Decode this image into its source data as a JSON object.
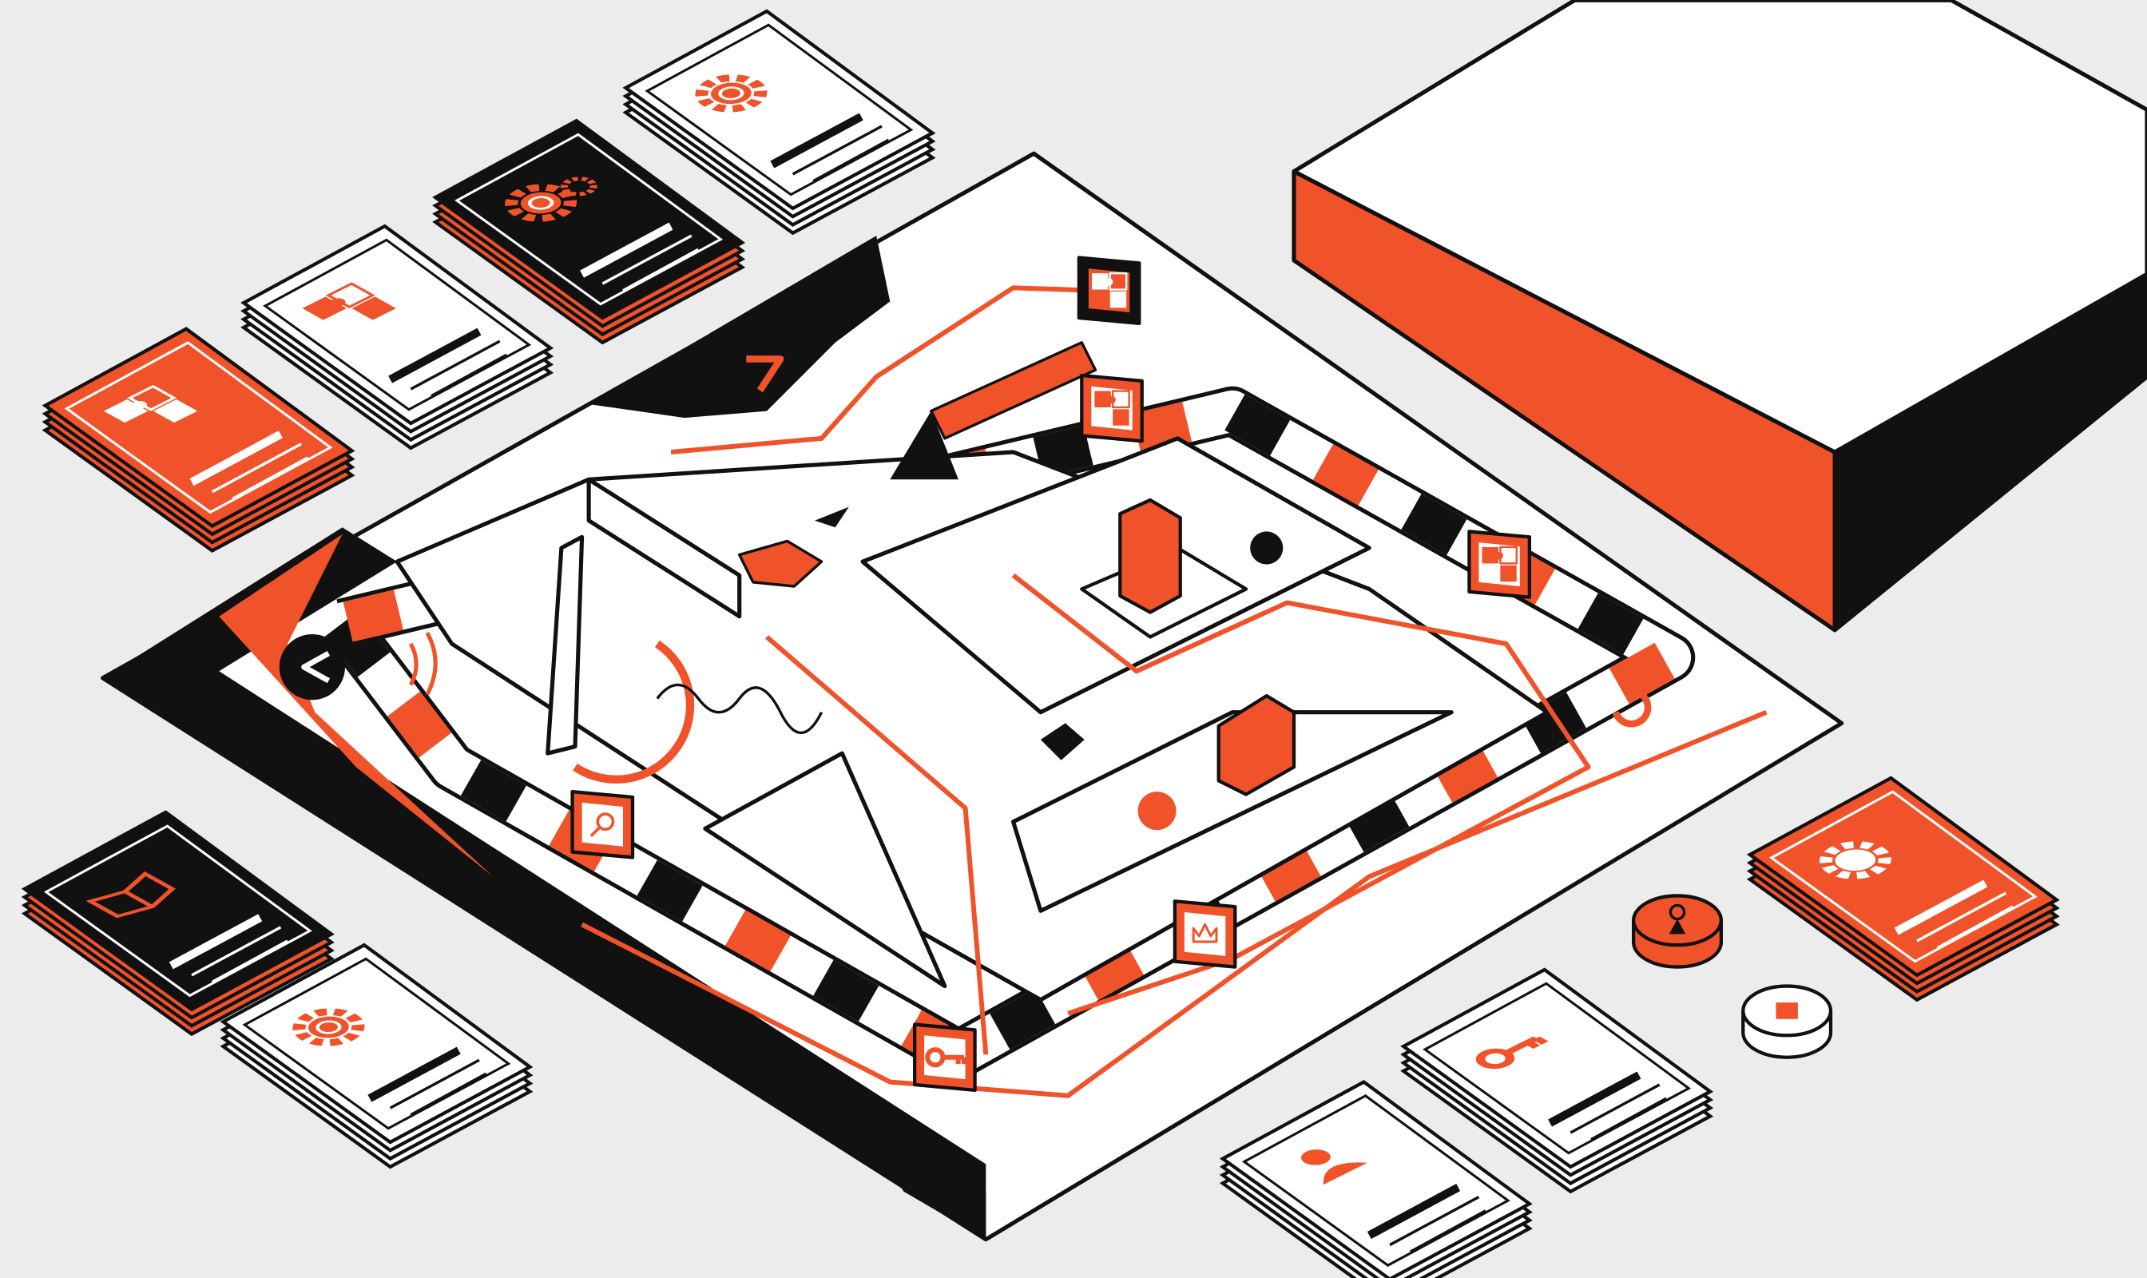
{
  "palette": {
    "background": "#ececec",
    "orange": "#f0532a",
    "black": "#111111",
    "white": "#ffffff"
  },
  "board": {
    "tile_icons": [
      "puzzle-icon",
      "puzzle-icon",
      "puzzle-icon",
      "magnifier-icon",
      "crown-icon",
      "key-icon"
    ],
    "markers": [
      "chevron-left-icon",
      "seven-glyph-icon",
      "c-glyph-icon"
    ]
  },
  "cards": [
    {
      "icon": "gear-icon",
      "style": "white"
    },
    {
      "icon": "gears-icon",
      "style": "black"
    },
    {
      "icon": "puzzle-icon",
      "style": "white"
    },
    {
      "icon": "puzzle-icon",
      "style": "orange"
    },
    {
      "icon": "book-icon",
      "style": "black"
    },
    {
      "icon": "gear-icon",
      "style": "white"
    },
    {
      "icon": "person-icon",
      "style": "white"
    },
    {
      "icon": "key-icon",
      "style": "white"
    },
    {
      "icon": "badge-icon",
      "style": "orange"
    }
  ],
  "tokens": [
    {
      "icon": "pawn-icon",
      "style": "orange"
    },
    {
      "icon": "flag-icon",
      "style": "white"
    }
  ]
}
